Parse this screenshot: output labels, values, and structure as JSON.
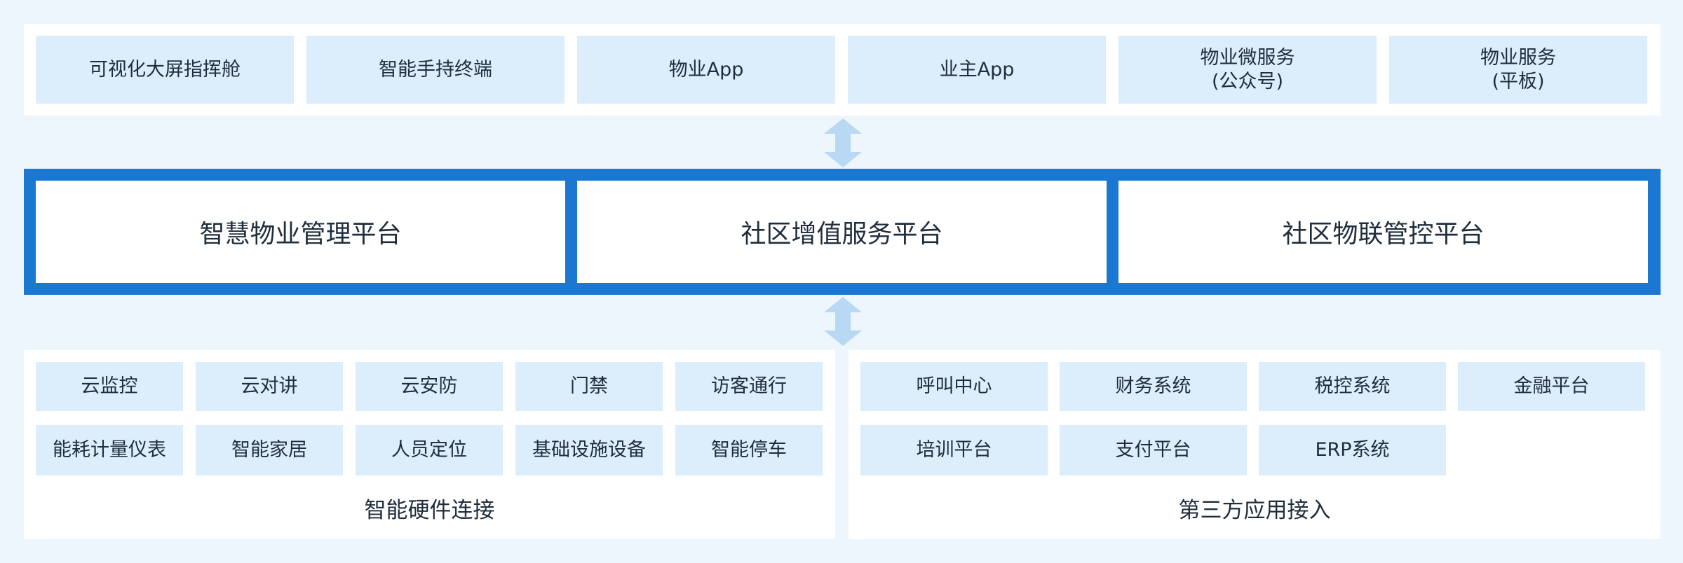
{
  "colors": {
    "background": "#edf5fd",
    "panel": "#ffffff",
    "cell": "#dcedfb",
    "accent": "#1a77d2",
    "arrow": "#b9d8f3"
  },
  "top_apps": [
    {
      "label": "可视化大屏指挥舱"
    },
    {
      "label": "智能手持终端"
    },
    {
      "label": "物业App"
    },
    {
      "label": "业主App"
    },
    {
      "label": "物业微服务\n(公众号)"
    },
    {
      "label": "物业服务\n(平板)"
    }
  ],
  "arrow_icons": [
    "double-arrow-icon",
    "double-arrow-icon"
  ],
  "platforms": [
    {
      "label": "智慧物业管理平台"
    },
    {
      "label": "社区增值服务平台"
    },
    {
      "label": "社区物联管控平台"
    }
  ],
  "hardware": {
    "caption": "智能硬件连接",
    "items": [
      {
        "label": "云监控"
      },
      {
        "label": "云对讲"
      },
      {
        "label": "云安防"
      },
      {
        "label": "门禁"
      },
      {
        "label": "访客通行"
      },
      {
        "label": "能耗计量仪表"
      },
      {
        "label": "智能家居"
      },
      {
        "label": "人员定位"
      },
      {
        "label": "基础设施设备"
      },
      {
        "label": "智能停车"
      }
    ]
  },
  "third_party": {
    "caption": "第三方应用接入",
    "items": [
      {
        "label": "呼叫中心"
      },
      {
        "label": "财务系统"
      },
      {
        "label": "税控系统"
      },
      {
        "label": "金融平台"
      },
      {
        "label": "培训平台"
      },
      {
        "label": "支付平台"
      },
      {
        "label": "ERP系统"
      }
    ]
  }
}
